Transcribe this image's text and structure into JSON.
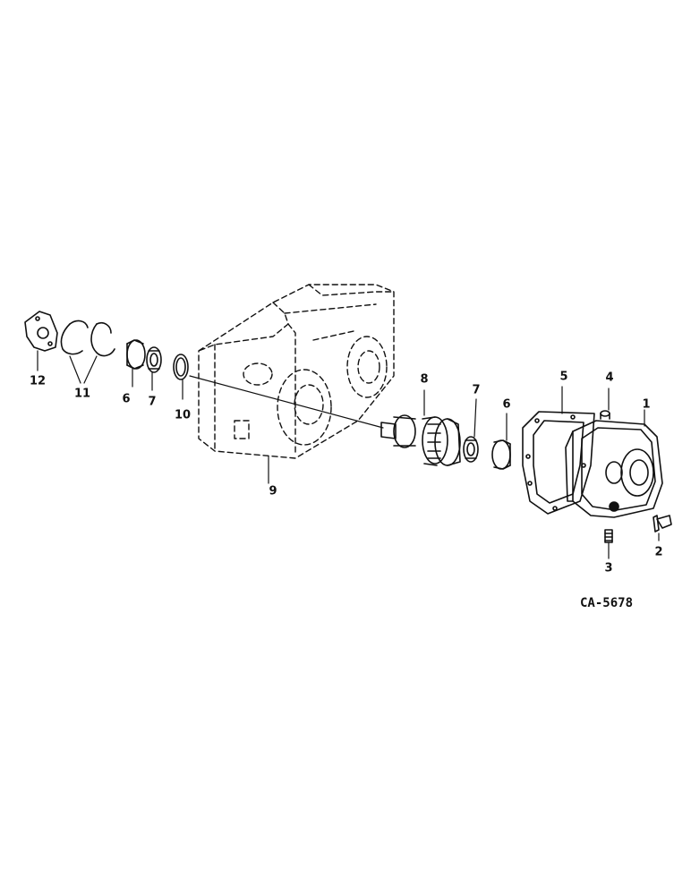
{
  "diagram": {
    "code": "CA-5678",
    "callouts": {
      "c1": "1",
      "c2": "2",
      "c3": "3",
      "c4": "4",
      "c5": "5",
      "c6a": "6",
      "c6b": "6",
      "c7a": "7",
      "c7b": "7",
      "c8": "8",
      "c9": "9",
      "c10": "10",
      "c11": "11",
      "c12": "12"
    }
  }
}
